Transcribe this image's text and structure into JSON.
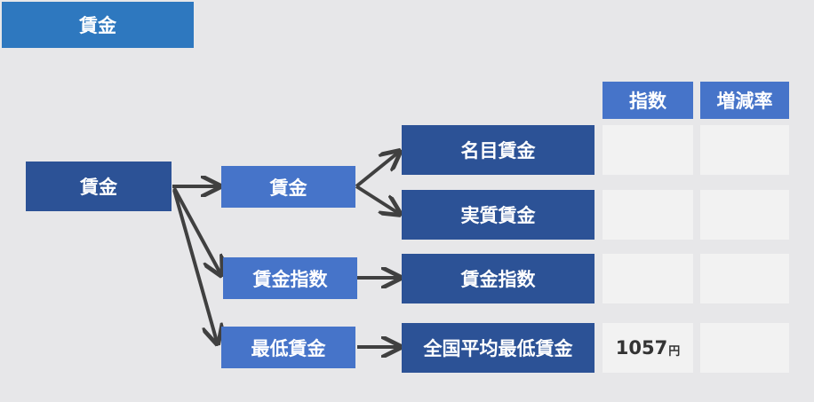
{
  "header": {
    "title": "賃金"
  },
  "columns": {
    "index": "指数",
    "change_rate": "増減率"
  },
  "nodes": {
    "root": "賃金",
    "mid_wage": "賃金",
    "mid_wage_index": "賃金指数",
    "mid_min_wage": "最低賃金",
    "nominal_wage": "名目賃金",
    "real_wage": "実質賃金",
    "wage_index": "賃金指数",
    "national_avg_min_wage": "全国平均最低賃金"
  },
  "values": {
    "nominal_wage": {
      "index": "",
      "change_rate": ""
    },
    "real_wage": {
      "index": "",
      "change_rate": ""
    },
    "wage_index": {
      "index": "",
      "change_rate": ""
    },
    "national_avg_min_wage": {
      "index": "1057",
      "index_unit": "円",
      "change_rate": ""
    }
  },
  "colors": {
    "dark_box": "#2c5296",
    "mid_box": "#4674c9",
    "title": "#2e78bf",
    "arrow": "#404040"
  }
}
